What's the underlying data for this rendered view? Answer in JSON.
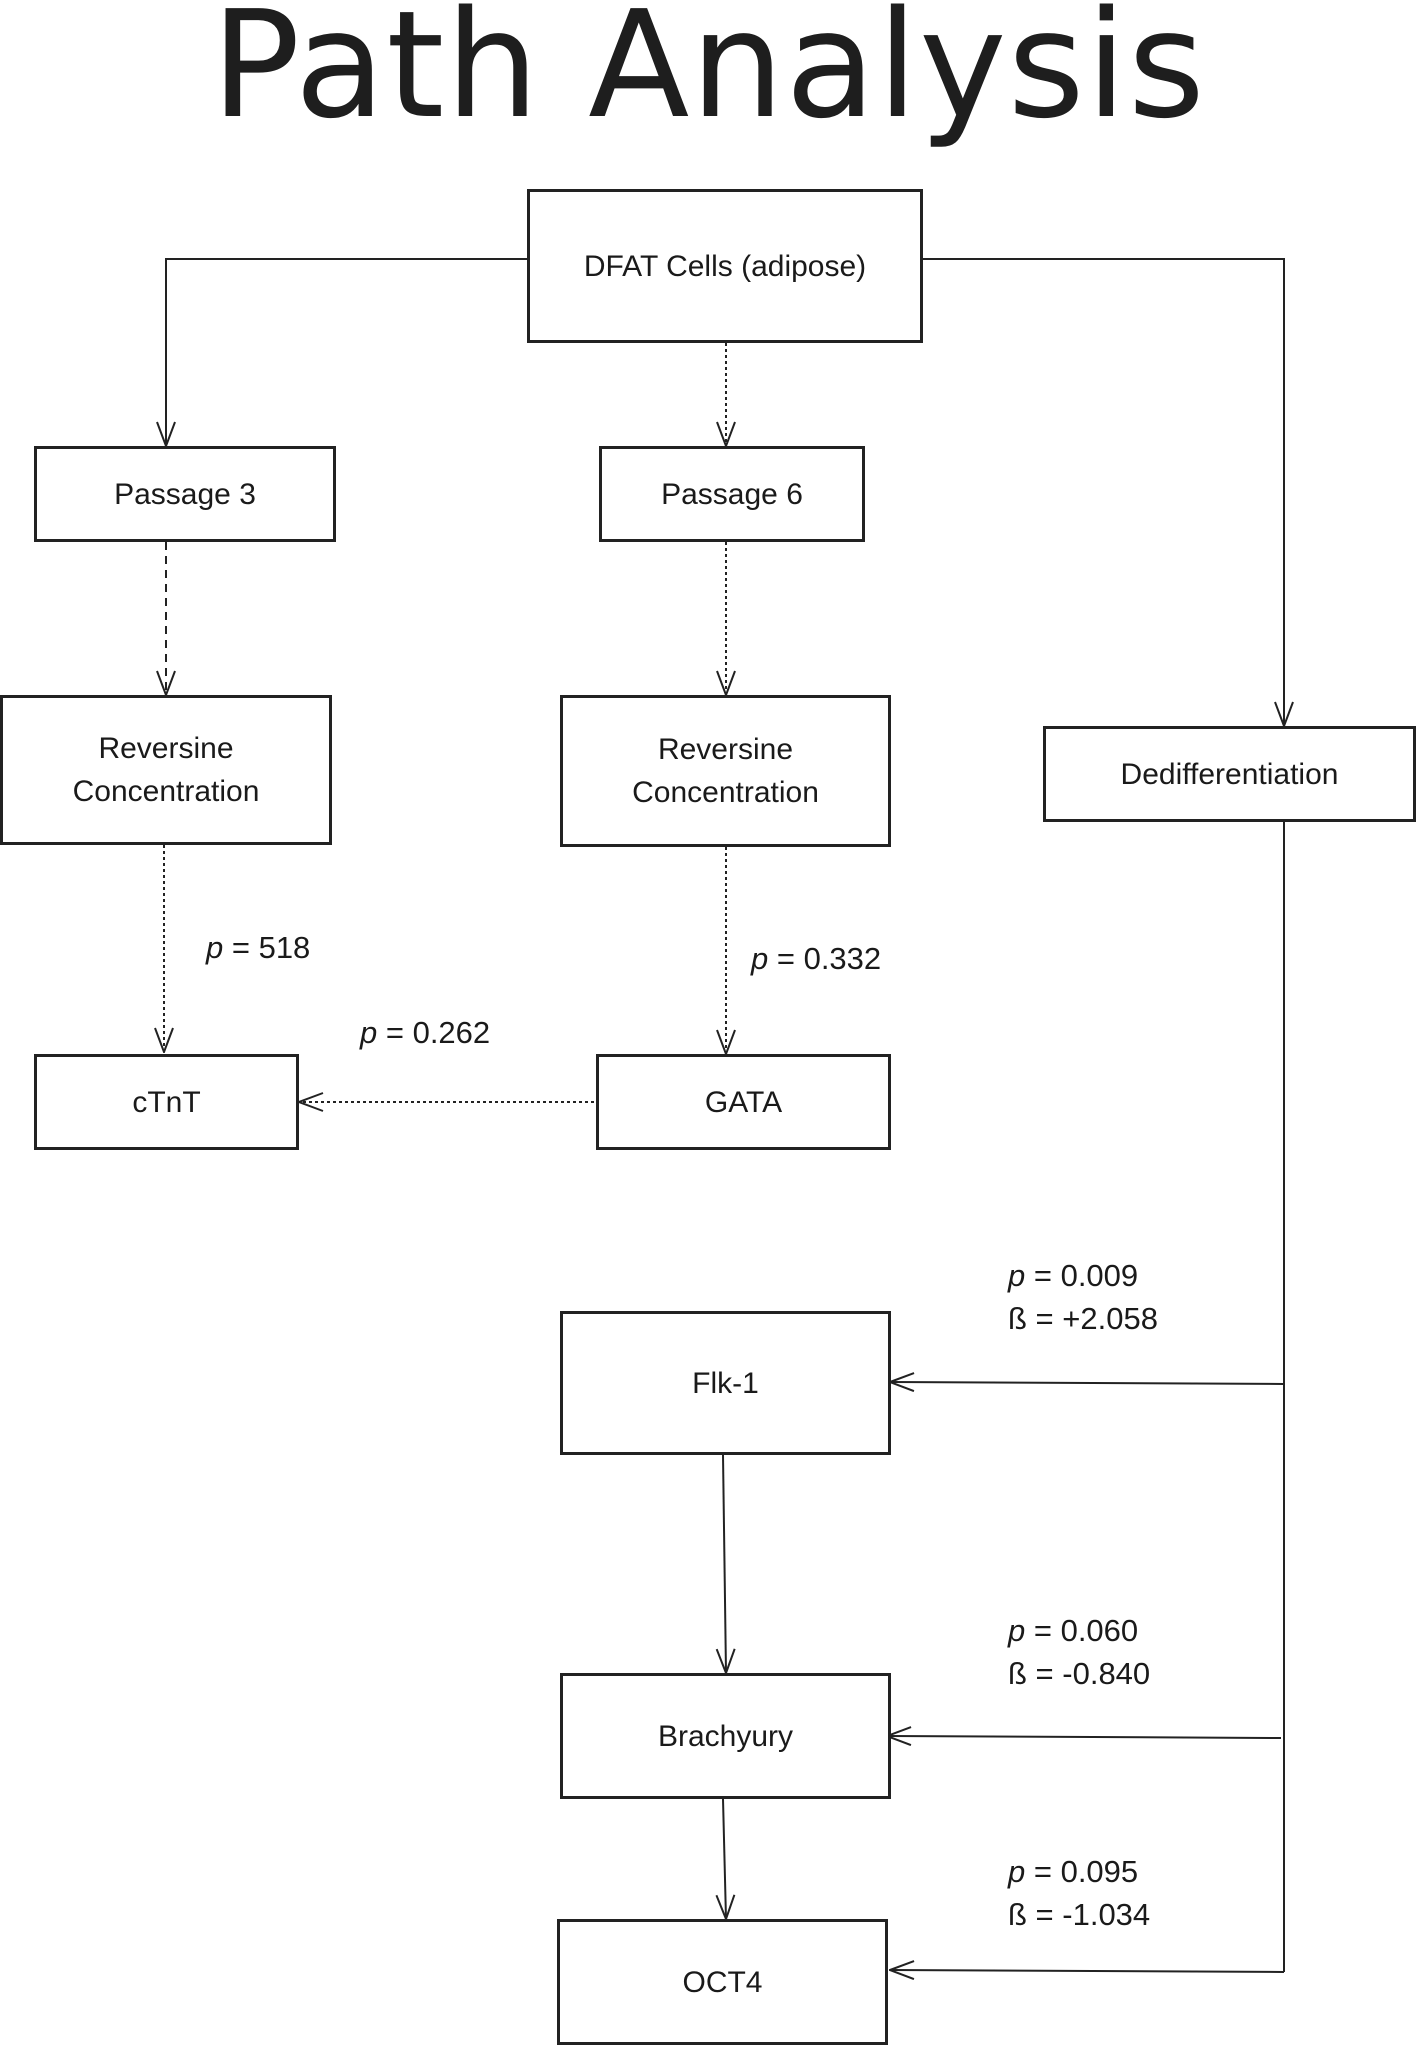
{
  "title": "Path Analysis",
  "nodes": {
    "dfat": "DFAT Cells (adipose)",
    "passage3": "Passage 3",
    "passage6": "Passage 6",
    "reversine_a": "Reversine\nConcentration",
    "reversine_b": "Reversine\nConcentration",
    "dedifferentiation": "Dedifferentiation",
    "ctnt": "cTnT",
    "gata": "GATA",
    "flk1": "Flk-1",
    "brachyury": "Brachyury",
    "oct4": "OCT4"
  },
  "labels": {
    "p_reversine_ctnt": {
      "p_symbol": "p",
      "p_value": " = 518"
    },
    "p_reversine_gata": {
      "p_symbol": "p",
      "p_value": " = 0.332"
    },
    "p_gata_ctnt": {
      "p_symbol": "p",
      "p_value": " = 0.262"
    },
    "flk1": {
      "p_symbol": "p",
      "p_value": " = 0.009",
      "beta": "ß = +2.058"
    },
    "brachyury": {
      "p_symbol": "p",
      "p_value": " = 0.060",
      "beta": "ß = -0.840"
    },
    "oct4": {
      "p_symbol": "p",
      "p_value": " = 0.095",
      "beta": "ß = -1.034"
    }
  },
  "colors": {
    "line": "#222222",
    "text": "#1a1a1a"
  }
}
